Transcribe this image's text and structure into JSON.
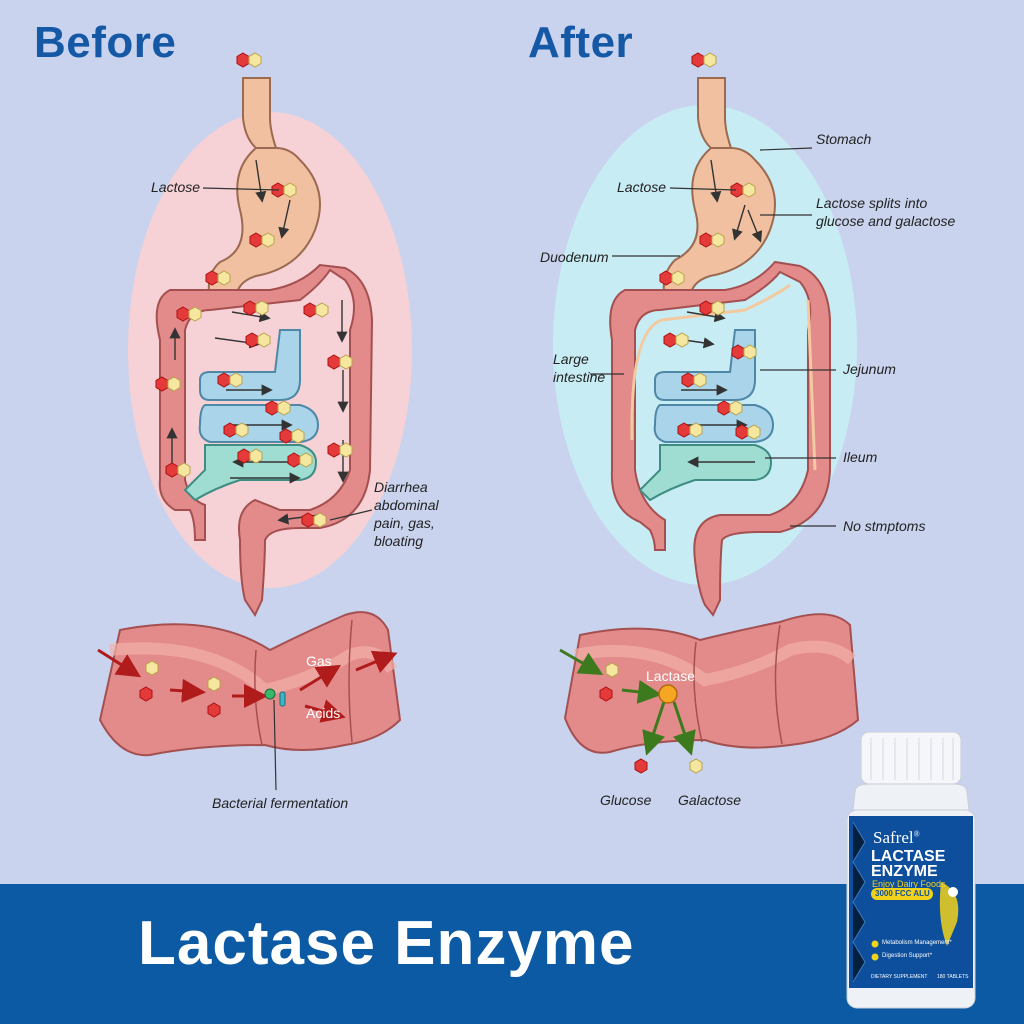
{
  "headings": {
    "before": "Before",
    "after": "After"
  },
  "before_labels": {
    "lactose": "Lactose",
    "symptoms": "Diarrhea\nabdominal\npain, gas,\nbloating",
    "gas": "Gas",
    "acids": "Acids",
    "fermentation": "Bacterial fermentation"
  },
  "after_labels": {
    "stomach": "Stomach",
    "lactose": "Lactose",
    "split": "Lactose splits into\nglucose and galactose",
    "duodenum": "Duodenum",
    "large_intestine": "Large\nintestine",
    "jejunum": "Jejunum",
    "ileum": "Ileum",
    "no_symptoms": "No stmptoms",
    "lactase": "Lactase",
    "glucose": "Glucose",
    "galactose": "Galactose"
  },
  "footer": {
    "title": "Lactase Enzyme"
  },
  "product": {
    "brand": "Safrel",
    "registered": "®",
    "name_line1": "LACTASE",
    "name_line2": "ENZYME",
    "tagline": "Enjoy Dairy Foods",
    "strength": "3000 FCC ALU",
    "benefit1": "Metabolism Management*",
    "benefit2": "Digestion Support*",
    "category": "DIETARY SUPPLEMENT",
    "count": "180 TABLETS"
  },
  "colors": {
    "background": "#c9d3ee",
    "heading_blue": "#1558a6",
    "footer_blue": "#0b5aa3",
    "before_halo": "#f6d1d6",
    "after_halo": "#c7ecf4",
    "intestine": "#e38a8a",
    "stomach": "#f0c0a0",
    "small_intestine_blue": "#a9d4ea",
    "small_intestine_teal": "#9fdcd1",
    "glucose_red": "#e53a3a",
    "galactose_yellow": "#f5e7a0",
    "enzyme_orange": "#f5a623",
    "bottle_blue": "#0d4f9c"
  }
}
